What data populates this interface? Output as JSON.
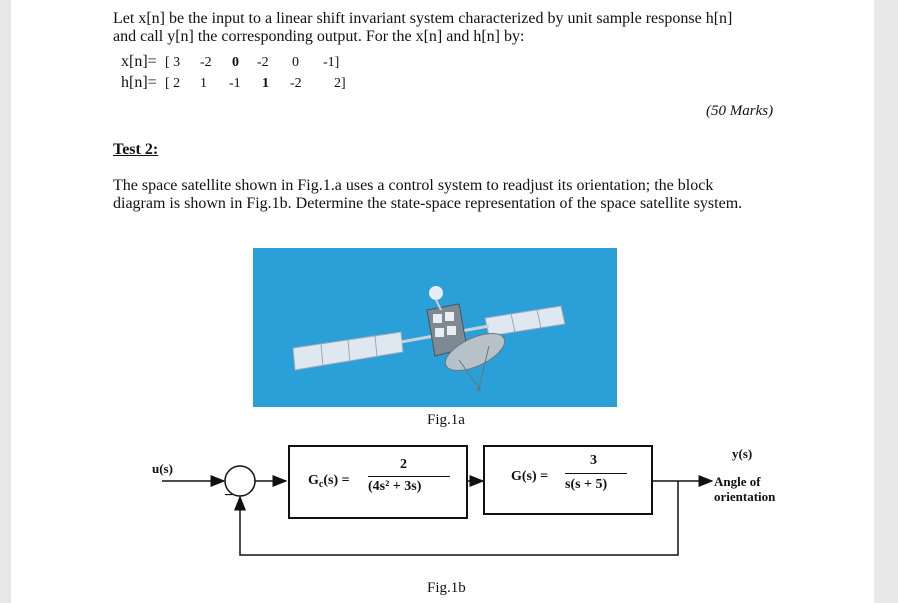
{
  "problem": {
    "line1": "Let x[n] be the input to a linear shift invariant system characterized by unit sample response h[n]",
    "line2": "and call y[n] the corresponding output. For the x[n] and h[n] by:",
    "x_label": "x[n]=",
    "x_values": [
      "[ 3",
      "-2",
      "0",
      "-2",
      "0",
      "-1]"
    ],
    "h_label": "h[n]=",
    "h_values": [
      "[ 2",
      "1",
      "-1",
      "1",
      "-2",
      "2]"
    ],
    "marks": "(50 Marks)"
  },
  "test2": {
    "heading": "Test 2:",
    "line1": "The space satellite shown in Fig.1.a uses a control system to readjust its orientation; the block",
    "line2": "diagram is shown in Fig.1b. Determine the state-space representation of the space satellite system."
  },
  "figure1a": {
    "caption": "Fig.1a"
  },
  "figure1b": {
    "caption": "Fig.1b",
    "input_label": "u(s)",
    "output_label": "y(s)",
    "output_desc_1": "Angle of",
    "output_desc_2": "orientation",
    "sum_sign": "−",
    "block1": {
      "lhs": "G",
      "lhs_sub": "c",
      "lhs_rest": "(s) =",
      "num": "2",
      "den": "(4s² + 3s)"
    },
    "block2": {
      "lhs": "G(s) =",
      "num": "3",
      "den": "s(s + 5)"
    }
  }
}
